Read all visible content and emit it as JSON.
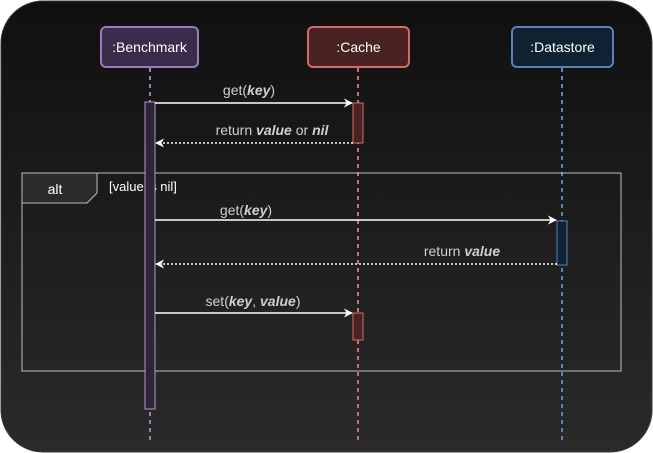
{
  "participants": [
    {
      "id": "benchmark",
      "label": ":Benchmark",
      "fill": "#3a2c4a",
      "stroke": "#9b7bb8"
    },
    {
      "id": "cache",
      "label": ":Cache",
      "fill": "#4a2222",
      "stroke": "#d16b6b"
    },
    {
      "id": "datastore",
      "label": ":Datastore",
      "fill": "#0f2133",
      "stroke": "#5a82b8"
    }
  ],
  "messages": {
    "m1": {
      "parts": [
        {
          "t": "get(",
          "b": false
        },
        {
          "t": "key",
          "b": true
        },
        {
          "t": ")",
          "b": false
        }
      ]
    },
    "m2": {
      "parts": [
        {
          "t": "return ",
          "b": false
        },
        {
          "t": "value",
          "b": true
        },
        {
          "t": " or ",
          "b": false
        },
        {
          "t": "nil",
          "b": true
        }
      ]
    },
    "m3": {
      "parts": [
        {
          "t": "get(",
          "b": false
        },
        {
          "t": "key",
          "b": true
        },
        {
          "t": ")",
          "b": false
        }
      ]
    },
    "m4": {
      "parts": [
        {
          "t": "return ",
          "b": false
        },
        {
          "t": "value",
          "b": true
        }
      ]
    },
    "m5": {
      "parts": [
        {
          "t": "set(",
          "b": false
        },
        {
          "t": "key",
          "b": true
        },
        {
          "t": ", ",
          "b": false
        },
        {
          "t": "value",
          "b": true
        },
        {
          "t": ")",
          "b": false
        }
      ]
    }
  },
  "fragment": {
    "operator": "alt",
    "guard": "[value is nil]"
  },
  "colors": {
    "background": "#262626",
    "text": "#ffffff",
    "message_text": "#cfcfcf",
    "arrow": "#ffffff",
    "fragment_border": "#bdbdbd"
  }
}
